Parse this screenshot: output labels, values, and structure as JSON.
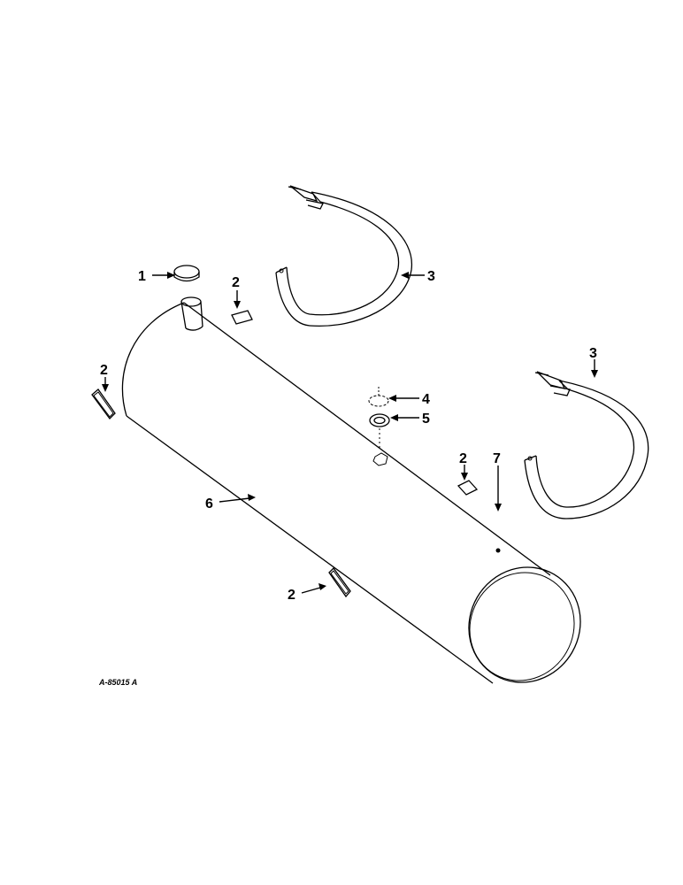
{
  "diagram": {
    "reference_code": "A-85015 A",
    "callouts": [
      {
        "id": "c1",
        "label": "1"
      },
      {
        "id": "c2a",
        "label": "2"
      },
      {
        "id": "c2b",
        "label": "2"
      },
      {
        "id": "c2c",
        "label": "2"
      },
      {
        "id": "c2d",
        "label": "2"
      },
      {
        "id": "c3a",
        "label": "3"
      },
      {
        "id": "c3b",
        "label": "3"
      },
      {
        "id": "c4",
        "label": "4"
      },
      {
        "id": "c5",
        "label": "5"
      },
      {
        "id": "c6",
        "label": "6"
      },
      {
        "id": "c7",
        "label": "7"
      }
    ]
  }
}
